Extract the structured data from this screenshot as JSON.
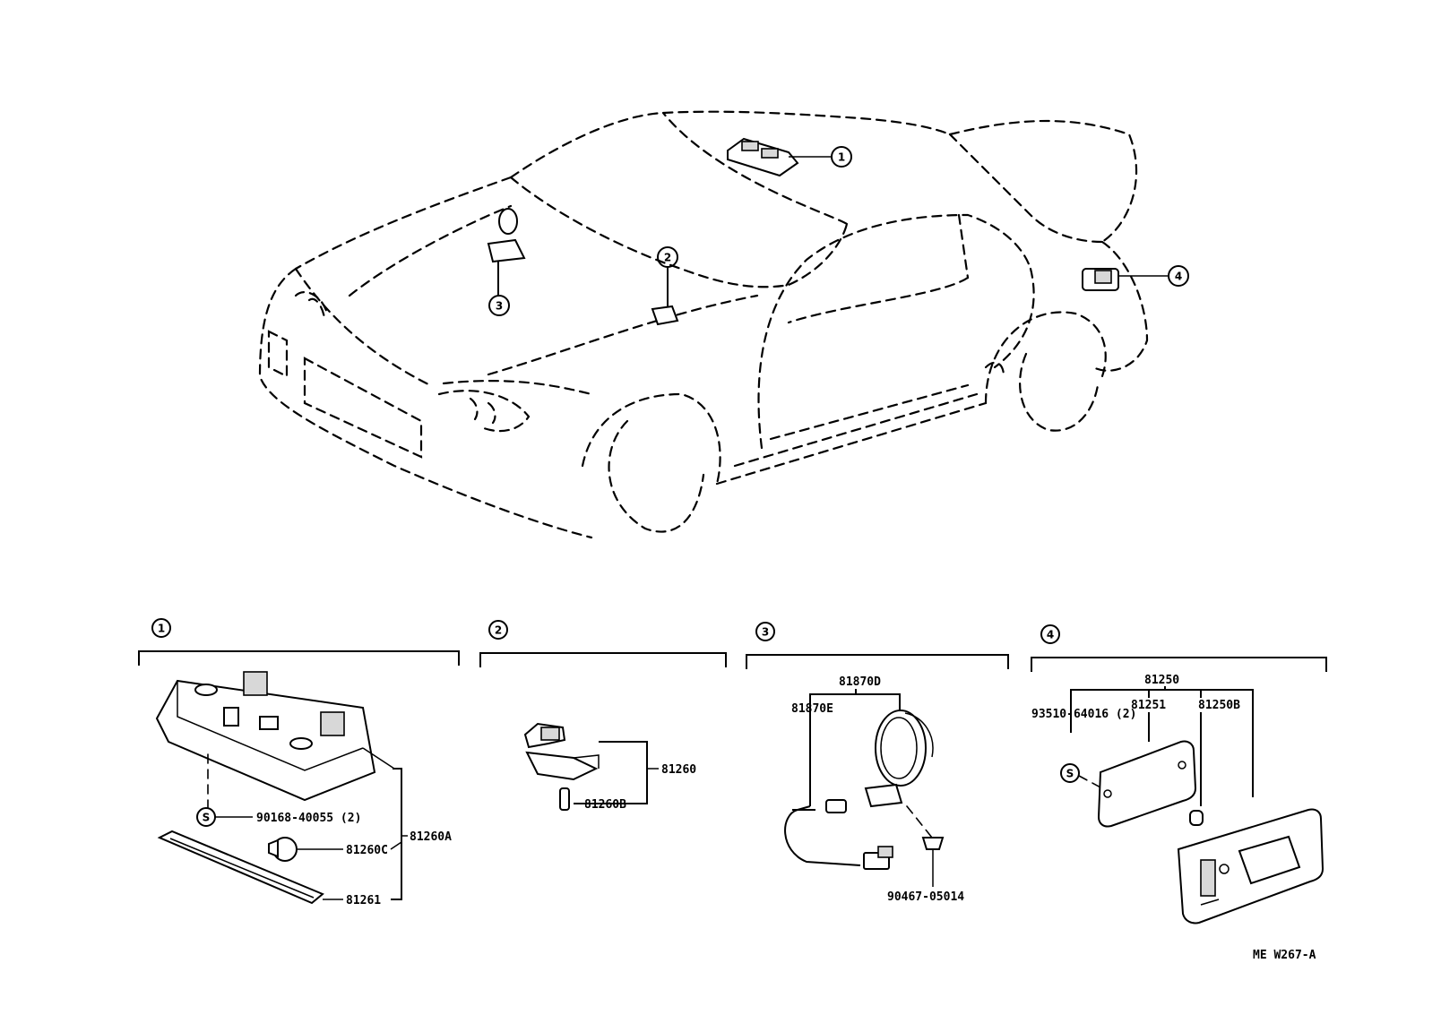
{
  "callouts": {
    "c1": "1",
    "c2": "2",
    "c3": "3",
    "c4": "4"
  },
  "groups": {
    "g1": {
      "number": "1",
      "labels": {
        "p81260A": "81260A",
        "p90168": "90168-40055 (2)",
        "p81260C": "81260C",
        "p81261": "81261",
        "screw_symbol": "S"
      }
    },
    "g2": {
      "number": "2",
      "labels": {
        "p81260": "81260",
        "p81260B": "81260B"
      }
    },
    "g3": {
      "number": "3",
      "labels": {
        "p81870D": "81870D",
        "p81870E": "81870E",
        "p90467": "90467-05014"
      }
    },
    "g4": {
      "number": "4",
      "labels": {
        "p81250": "81250",
        "p81251": "81251",
        "p81250B": "81250B",
        "p93510": "93510-64016 (2)",
        "screw_symbol": "S"
      }
    }
  },
  "drawing_code": "ME W267-A"
}
